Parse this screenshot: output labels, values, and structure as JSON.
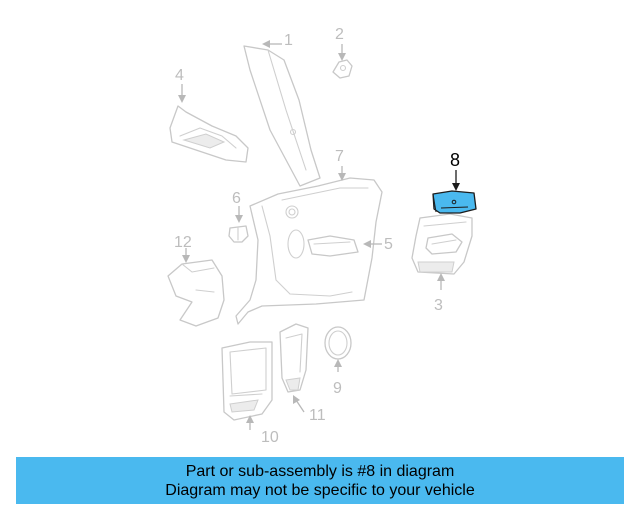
{
  "colors": {
    "highlight": "#4ab9ef",
    "banner": "#4ab9ef",
    "part_outline": "#c8c8c8",
    "label_inactive": "#bdbdbd",
    "label_active": "#000000"
  },
  "highlighted_part": "8",
  "callouts": {
    "c1": "1",
    "c2": "2",
    "c3": "3",
    "c4": "4",
    "c5": "5",
    "c6": "6",
    "c7": "7",
    "c8": "8",
    "c9": "9",
    "c10": "10",
    "c11": "11",
    "c12": "12"
  },
  "banner": {
    "line1": "Part or sub-assembly is #8 in diagram",
    "line2": "Diagram may not be specific to your vehicle"
  }
}
